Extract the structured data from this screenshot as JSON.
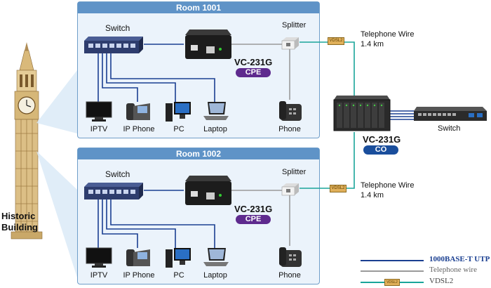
{
  "building": {
    "label_line1": "Historic",
    "label_line2": "Building"
  },
  "rooms": [
    {
      "title": "Room 1001",
      "switch_label": "Switch",
      "splitter_label": "Splitter",
      "device": {
        "model": "VC-231G",
        "role": "CPE"
      },
      "vdsl_tag": "VDSL2",
      "endpoints": [
        "IPTV",
        "IP Phone",
        "PC",
        "Laptop"
      ],
      "phone_label": "Phone",
      "wire": {
        "label": "Telephone Wire",
        "length": "1.4 km"
      }
    },
    {
      "title": "Room 1002",
      "switch_label": "Switch",
      "splitter_label": "Splitter",
      "device": {
        "model": "VC-231G",
        "role": "CPE"
      },
      "vdsl_tag": "VDSL2",
      "endpoints": [
        "IPTV",
        "IP Phone",
        "PC",
        "Laptop"
      ],
      "phone_label": "Phone",
      "wire": {
        "label": "Telephone Wire",
        "length": "1.4 km"
      }
    }
  ],
  "co_device": {
    "model": "VC-231G",
    "role": "CO"
  },
  "core_switch_label": "Switch",
  "legend": [
    {
      "label": "1000BASE-T UTP",
      "color": "#1a3f91"
    },
    {
      "label": "Telephone wire",
      "color": "#9a9a9a"
    },
    {
      "label": "VDSL2",
      "color": "#1aa59a",
      "tag": "VDSL2"
    }
  ],
  "colors": {
    "utp": "#1a3f91",
    "telephone": "#9a9a9a",
    "vdsl": "#1aa59a",
    "room_header": "#5f93c7"
  }
}
